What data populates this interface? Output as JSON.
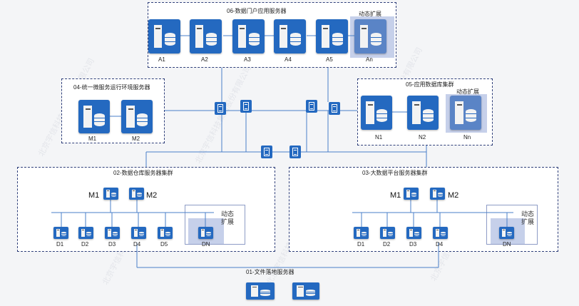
{
  "watermark": "北京宇信科技集团股份有限公司",
  "groups": {
    "portal": {
      "title": "06-数据门户应用服务器",
      "dynamic": "动态扩展",
      "servers": [
        "A1",
        "A2",
        "A3",
        "A4",
        "A5",
        "An"
      ]
    },
    "unified": {
      "title": "04-统一微服务运行环境服务器",
      "servers": [
        "M1",
        "M2"
      ]
    },
    "appdb": {
      "title": "05-应用数据库集群",
      "dynamic": "动态扩展",
      "servers": [
        "N1",
        "N2",
        "Nn"
      ]
    },
    "warehouse": {
      "title": "02-数据仓库服务器集群",
      "masters": [
        "M1",
        "M2"
      ],
      "nodes": [
        "D1",
        "D2",
        "D3",
        "D4",
        "D5",
        "DN"
      ],
      "dynamic": "动态扩展"
    },
    "bigdata": {
      "title": "03-大数据平台服务器集群",
      "masters": [
        "M1",
        "M2"
      ],
      "nodes": [
        "D1",
        "D2",
        "D3",
        "D4",
        "DN"
      ],
      "dynamic": "动态扩展"
    },
    "filestore": {
      "title": "01-文件落地服务器"
    }
  },
  "colors": {
    "server": "#2469c0",
    "dynamic_bg": "#c6d0ea",
    "border": "#2f3f7a",
    "line": "#4a7fc8"
  }
}
